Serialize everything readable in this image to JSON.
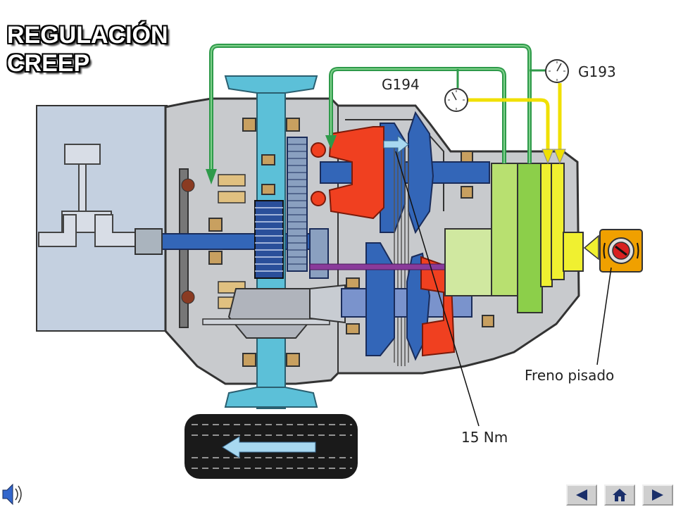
{
  "title": {
    "line1": "REGULACIÓN",
    "line2": "CREEP"
  },
  "labels": {
    "sensor_a": "G194",
    "sensor_b": "G193",
    "brake": "Freno pisado",
    "torque": "15 Nm"
  },
  "colors": {
    "housing": "#c8cacd",
    "engine_block": "#c4d0e0",
    "shaft": "#3366b8",
    "pressure_line": "#2e9a4a",
    "signal_line": "#f0e000",
    "red_chamber": "#f04020",
    "clutch_light": "#b8e070",
    "clutch_dark": "#8ccf4a",
    "yellow_block": "#f0f030",
    "brake_switch": "#f0a000"
  },
  "icons": {
    "speaker": "speaker-icon",
    "prev": "arrow-left-icon",
    "home": "home-icon",
    "next": "arrow-right-icon"
  }
}
